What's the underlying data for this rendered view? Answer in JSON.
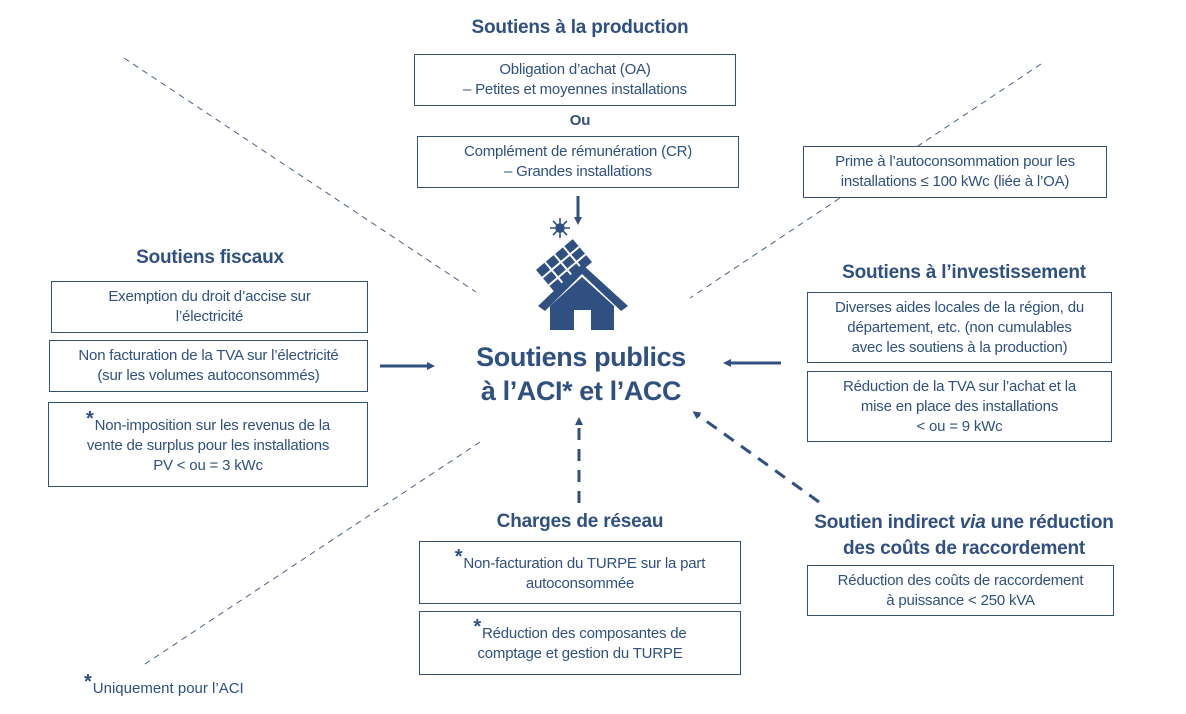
{
  "colors": {
    "primary": "#2f5080",
    "box_border": "#34506f",
    "dashed_line": "#4a6280",
    "background": "#ffffff"
  },
  "center": {
    "icon": "house-with-solar-panel-icon",
    "title_line1": "Soutiens publics",
    "title_line2": "à l’ACI* et l’ACC"
  },
  "production": {
    "heading": "Soutiens à la production",
    "box1_line1": "Obligation d’achat (OA)",
    "box1_line2": "– Petites et moyennes installations",
    "separator": "Ou",
    "box2_line1": "Complément de rémunération (CR)",
    "box2_line2": "– Grandes installations"
  },
  "prime": {
    "line1": "Prime à l’autoconsommation pour les",
    "line2": "installations ≤ 100 kWc (liée à l’OA)"
  },
  "fiscal": {
    "heading": "Soutiens fiscaux",
    "box1_line1": "Exemption du droit d’accise sur",
    "box1_line2": "l’électricité",
    "box2_line1": "Non facturation de la TVA sur l’électricité",
    "box2_line2": "(sur les volumes autoconsommés)",
    "box3_star": "*",
    "box3_line1": "Non-imposition sur les revenus de la",
    "box3_line2": "vente de surplus pour les installations",
    "box3_line3": "PV < ou = 3 kWc"
  },
  "investment": {
    "heading": "Soutiens à l’investissement",
    "box1_line1": "Diverses aides locales de la région, du",
    "box1_line2": "département, etc. (non cumulables",
    "box1_line3": "avec les soutiens à la production)",
    "box2_line1": "Réduction de la TVA sur l’achat et la",
    "box2_line2": "mise en place des installations",
    "box2_line3": "< ou = 9 kWc"
  },
  "network": {
    "heading": "Charges de réseau",
    "box1_star": "*",
    "box1_line1": "Non-facturation du TURPE sur la part",
    "box1_line2": "autoconsommée",
    "box2_star": "*",
    "box2_line1": "Réduction des composantes de",
    "box2_line2": "comptage et gestion du TURPE"
  },
  "indirect": {
    "heading_part1": "Soutien indirect ",
    "heading_italic": "via",
    "heading_part2": " une réduction",
    "heading_line2": "des coûts de raccordement",
    "box_line1": "Réduction des coûts de raccordement",
    "box_line2": "à puissance < 250 kVA"
  },
  "footnote": {
    "star": "*",
    "text": "Uniquement pour l’ACI"
  }
}
